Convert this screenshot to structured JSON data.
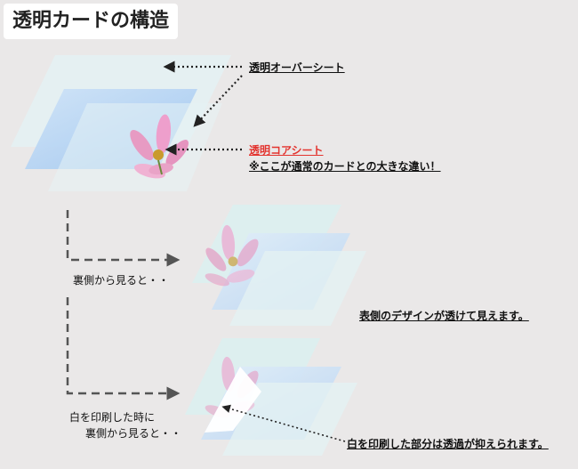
{
  "title": "透明カードの構造",
  "labels": {
    "overlay_sheet": "透明オーバーシート",
    "core_sheet": "透明コアシート",
    "core_note": "※ここが通常のカードとの大きな違い！",
    "back_view": "裏側から見ると・・",
    "design_visible": "表側のデザインが透けて見えます。",
    "printed_white_line1": "白を印刷した時に",
    "printed_white_line2": "裏側から見ると・・",
    "printed_white_note": "白を印刷した部分は透過が抑えられます。"
  },
  "colors": {
    "background": "#eae8e8",
    "sheet_clear": "#dcecf2",
    "sheet_core": "#a9cdf2",
    "accent_red": "#e3342f",
    "flower_pink": "#e79bc3",
    "flower_center": "#c99a2e"
  }
}
